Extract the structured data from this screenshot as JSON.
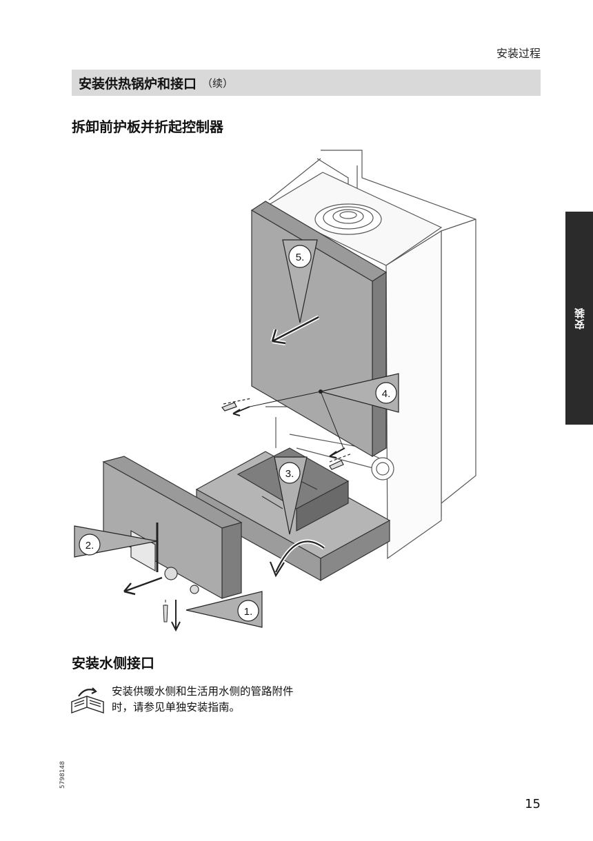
{
  "header": {
    "chapter": "安装过程"
  },
  "section": {
    "title": "安装供热锅炉和接口",
    "continued": "（续）"
  },
  "subsection1": {
    "title": "拆卸前护板并折起控制器"
  },
  "figure": {
    "steps": [
      "1.",
      "2.",
      "3.",
      "4.",
      "5."
    ]
  },
  "subsection2": {
    "title": "安装水侧接口"
  },
  "note": {
    "icon": "book-reference-icon",
    "text": "安装供暖水侧和生活用水侧的管路附件时，请参见单独安装指南。"
  },
  "side_tab": {
    "label": "安装"
  },
  "footer": {
    "doc_code": "5798148",
    "page_number": "15"
  }
}
